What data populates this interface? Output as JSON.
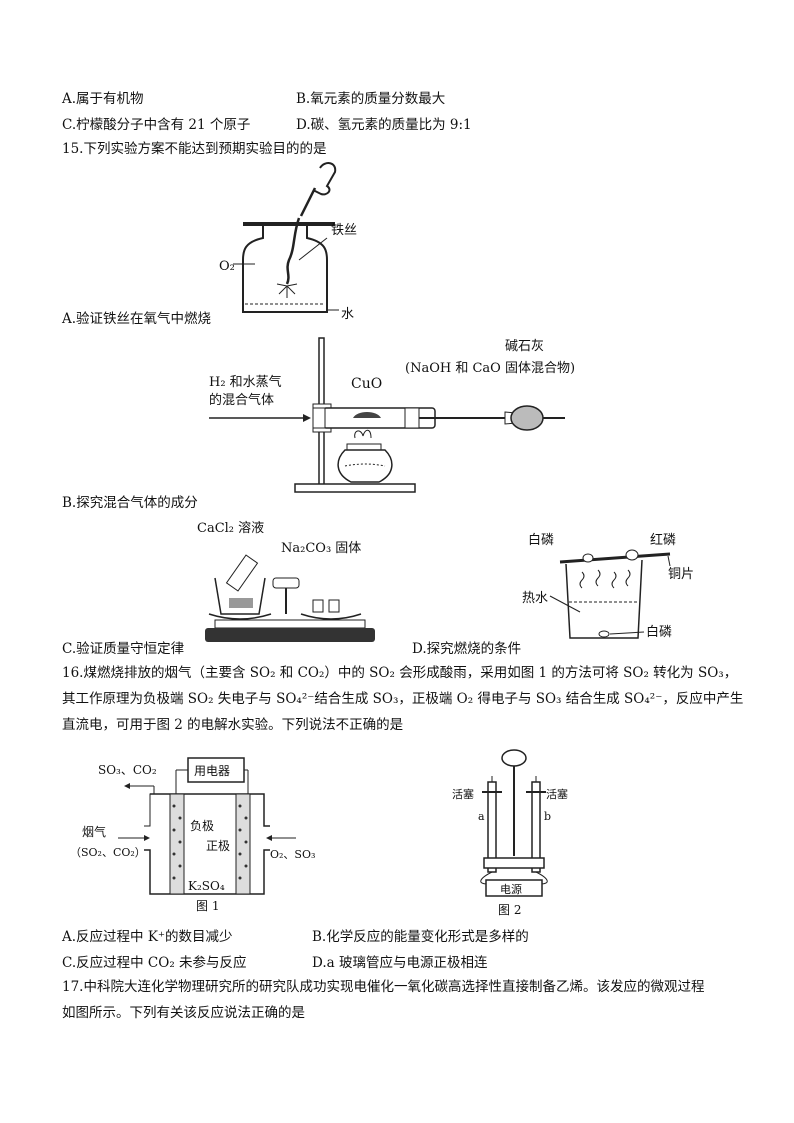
{
  "q14": {
    "A": "A.属于有机物",
    "B": "B.氧元素的质量分数最大",
    "C": "C.柠檬酸分子中含有 21 个原子",
    "D": "D.碳、氢元素的质量比为 9:1"
  },
  "q15": {
    "stem": "15.下列实验方案不能达到预期实验目的的是",
    "A": "A.验证铁丝在氧气中燃烧",
    "B": "B.探究混合气体的成分",
    "C": "C.验证质量守恒定律",
    "D": "D.探究燃烧的条件",
    "figA": {
      "iron_wire": "铁丝",
      "o2": "O₂",
      "water": "水"
    },
    "figB": {
      "gas1": "H₂ 和水蒸气",
      "gas2": "的混合气体",
      "cuo": "CuO",
      "soda_lime": "碱石灰",
      "soda_lime_desc": "(NaOH 和 CaO 固体混合物)"
    },
    "figC": {
      "cacl2": "CaCl₂ 溶液",
      "na2co3": "Na₂CO₃ 固体"
    },
    "figD": {
      "white_p": "白磷",
      "red_p": "红磷",
      "copper": "铜片",
      "hot_water": "热水",
      "white_p2": "白磷"
    }
  },
  "q16": {
    "line1": "16.煤燃烧排放的烟气（主要含 SO₂ 和 CO₂）中的 SO₂ 会形成酸雨，采用如图 1 的方法可将 SO₂ 转化为 SO₃，",
    "line2": "其工作原理为负极端 SO₂ 失电子与 SO₄²⁻结合生成 SO₃，正极端 O₂ 得电子与 SO₃ 结合生成 SO₄²⁻，反应中产生",
    "line3": "直流电，可用于图 2 的电解水实验。下列说法不正确的是",
    "fig1": {
      "out": "SO₃、CO₂",
      "device": "用电器",
      "flue": "烟气",
      "flue_comp": "（SO₂、CO₂）",
      "neg": "负极",
      "pos": "正极",
      "in": "O₂、SO₃",
      "electrolyte": "K₂SO₄",
      "caption": "图 1"
    },
    "fig2": {
      "valve_l": "活塞",
      "valve_r": "活塞",
      "a": "a",
      "b": "b",
      "power": "电源",
      "caption": "图 2"
    },
    "A": "A.反应过程中 K⁺的数目减少",
    "B": "B.化学反应的能量变化形式是多样的",
    "C": "C.反应过程中 CO₂ 未参与反应",
    "D": "D.a 玻璃管应与电源正极相连"
  },
  "q17": {
    "line1": "17.中科院大连化学物理研究所的研究队成功实现电催化一氧化碳高选择性直接制备乙烯。该发应的微观过程",
    "line2": "如图所示。下列有关该反应说法正确的是"
  }
}
